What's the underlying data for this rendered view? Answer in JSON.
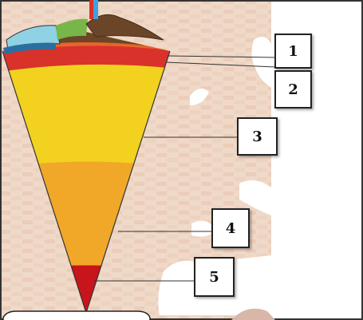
{
  "labels": [
    {
      "id": "1",
      "text": "1"
    },
    {
      "id": "2",
      "text": "2"
    },
    {
      "id": "3",
      "text": "3"
    },
    {
      "id": "4",
      "text": "4"
    },
    {
      "id": "5",
      "text": "5"
    }
  ],
  "colors": {
    "background_wall": "#efd7c6",
    "outer_layer": "#d9322a",
    "upper_layer": "#f3d21f",
    "lower_layer": "#f1a829",
    "core_tip": "#c8141b",
    "soil": "#6b4527",
    "water": "#8fd2e3",
    "land": "#78b64a"
  }
}
